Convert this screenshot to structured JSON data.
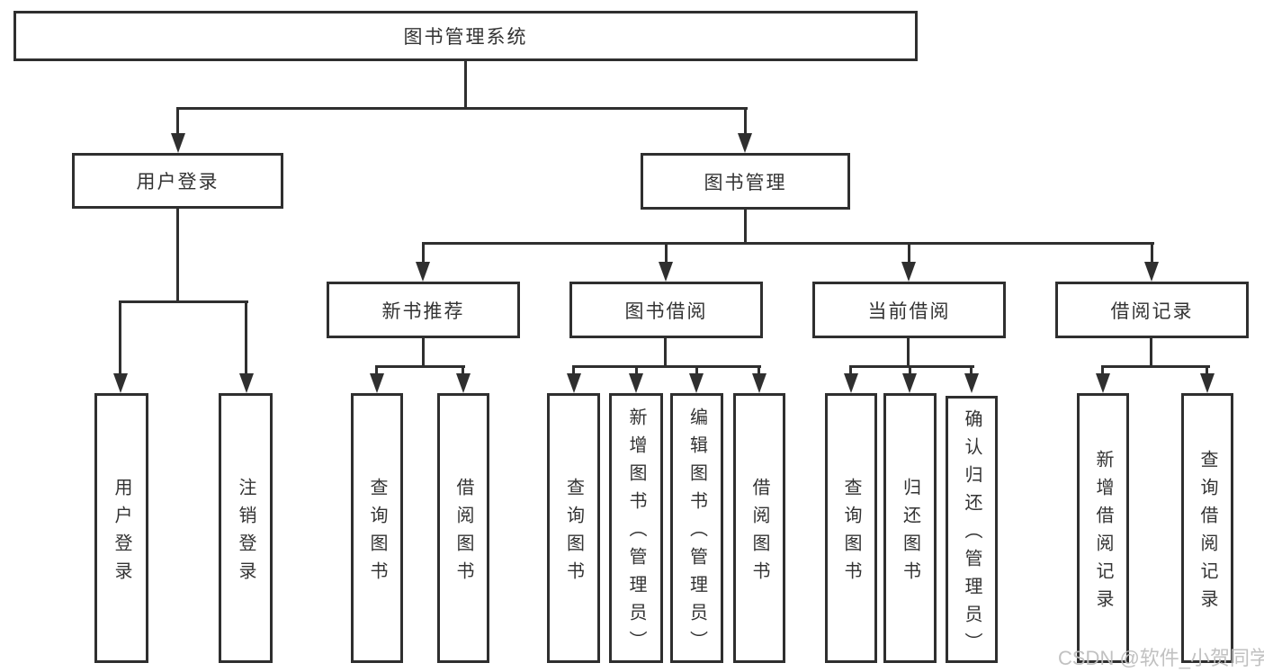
{
  "diagram": {
    "root": "图书管理系统",
    "user_branch": {
      "label": "用户登录",
      "children": [
        "用户登录",
        "注销登录"
      ]
    },
    "book_branch": {
      "label": "图书管理",
      "groups": [
        {
          "label": "新书推荐",
          "children": [
            "查询图书",
            "借阅图书"
          ]
        },
        {
          "label": "图书借阅",
          "children": [
            "查询图书",
            "新增图书（管理员）",
            "编辑图书（管理员）",
            "借阅图书"
          ]
        },
        {
          "label": "当前借阅",
          "children": [
            "查询图书",
            "归还图书",
            "确认归还（管理员）"
          ]
        },
        {
          "label": "借阅记录",
          "children": [
            "新增借阅记录",
            "查询借阅记录"
          ]
        }
      ]
    }
  },
  "watermark": "CSDN @软件_小贺同学",
  "colors": {
    "line": "#2f2f2f",
    "text": "#333333",
    "background": "#ffffff",
    "watermark": "#bebebe"
  }
}
